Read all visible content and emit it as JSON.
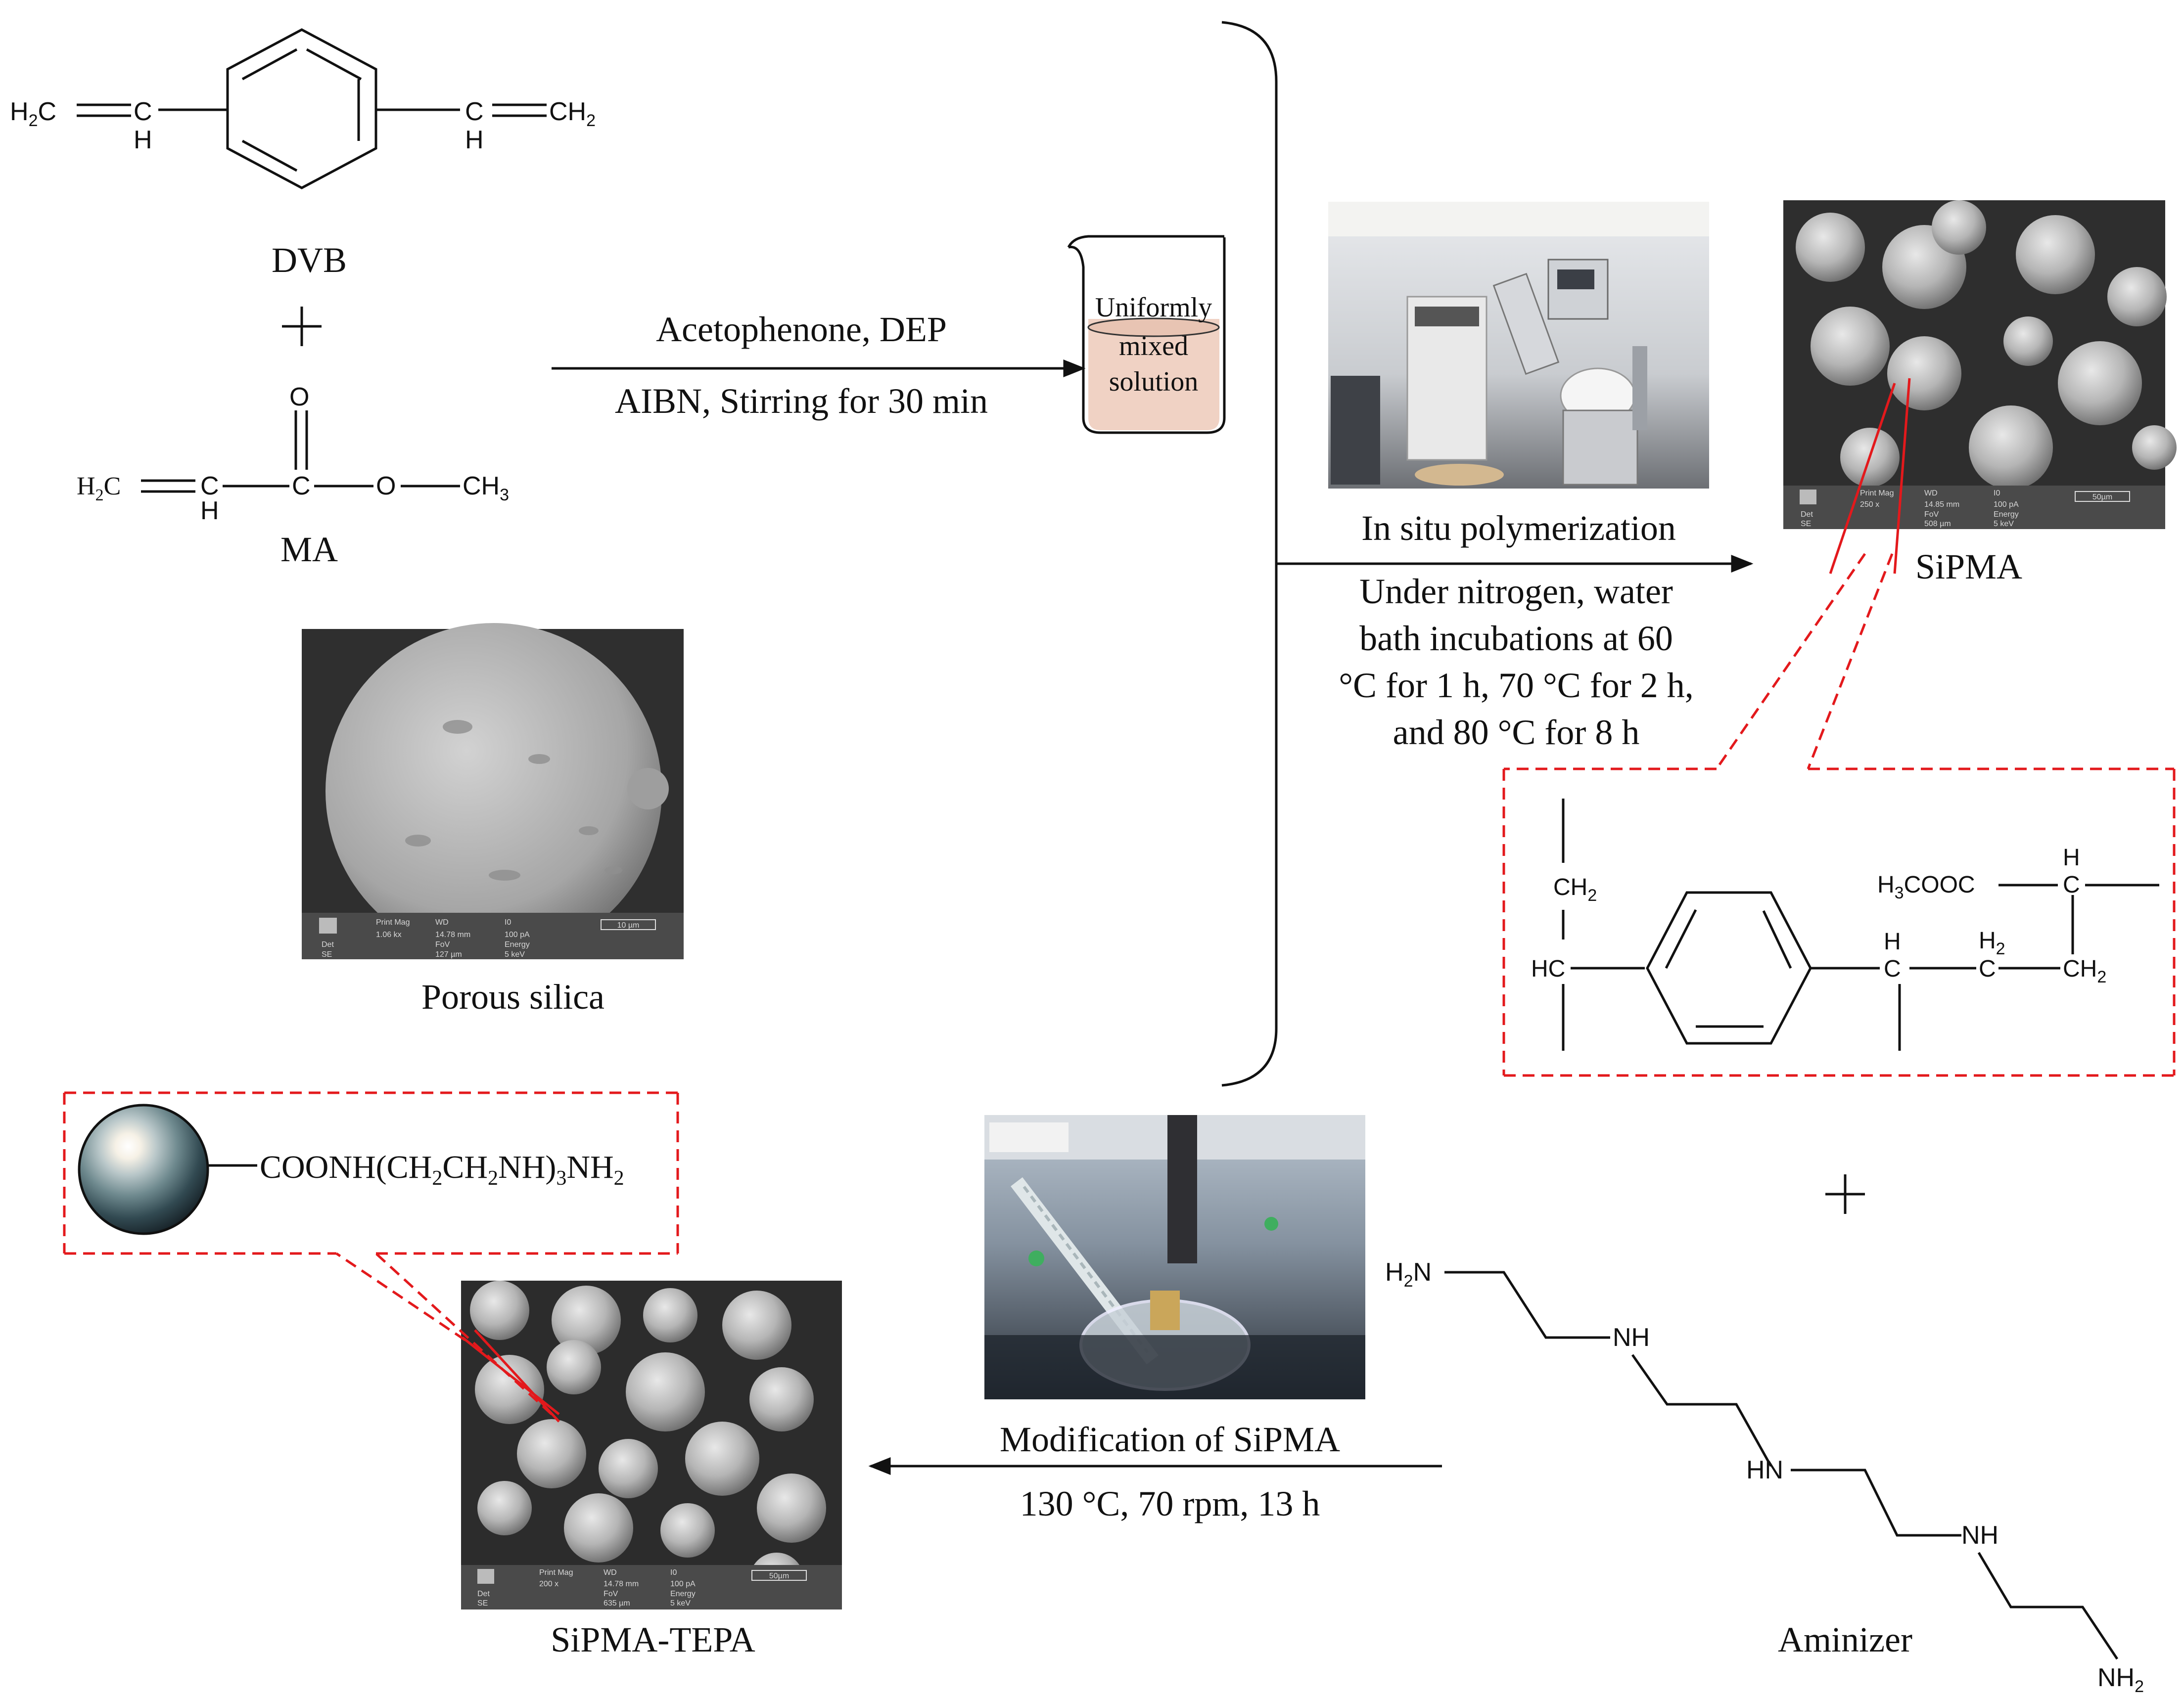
{
  "labels": {
    "dvb": "DVB",
    "ma": "MA",
    "porous_silica": "Porous silica",
    "sipma": "SiPMA",
    "sipma_tepa": "SiPMA-TEPA",
    "aminizer": "Aminizer",
    "beaker": [
      "Uniformly",
      "mixed",
      "solution"
    ]
  },
  "steps": {
    "mixing": {
      "top": "Acetophenone, DEP",
      "bottom": "AIBN, Stirring for 30 min"
    },
    "polymerization": {
      "title": "In situ polymerization",
      "lines": [
        "Under nitrogen, water",
        "bath incubations at 60",
        "°C for 1 h, 70 °C for 2 h,",
        "and 80 °C for 8 h"
      ]
    },
    "modification": {
      "top": "Modification of SiPMA",
      "bottom": "130 °C, 70 rpm, 13 h"
    }
  },
  "chem": {
    "dvb_left_h": "H",
    "dvb_left_c": "C",
    "dvb_left_h2c": "H",
    "dvb_left_h2c_sub": "2",
    "dvb_left_h2c_c": "C",
    "dvb_right_c": "C",
    "dvb_right_h": "H",
    "dvb_right_ch": "CH",
    "dvb_right_sub": "2",
    "ma_h2c": "H",
    "ma_sub": "2",
    "ma_c1": "C",
    "ma_h": "H",
    "ma_c2": "C",
    "ma_o": "O",
    "ma_o_top": "O",
    "ma_ch3": "CH",
    "ma_ch3_sub": "3",
    "poly_ch2": "CH",
    "poly_ch2_sub": "2",
    "poly_hc": "HC",
    "poly_h3cooc": "H",
    "poly_h3cooc_sub": "3",
    "poly_h3cooc_rest": "COOC",
    "poly_h_top": "H",
    "poly_c_top": "C",
    "poly_h_mid": "H",
    "poly_c_mid": "C",
    "poly_h2": "H",
    "poly_h2_sub": "2",
    "poly_c_h2": "C",
    "poly_ch2_end": "CH",
    "poly_ch2_end_sub": "2",
    "tepa_h2n": "H",
    "tepa_h2n_sub": "2",
    "tepa_h2n_n": "N",
    "tepa_nh1": "NH",
    "tepa_hn": "HN",
    "tepa_nh2": "NH",
    "tepa_end": "NH",
    "tepa_end_sub": "2",
    "tepa_formula": [
      "COONH(CH",
      "2",
      "CH",
      "2",
      "NH)",
      "3",
      "NH",
      "2"
    ]
  },
  "sem": {
    "porous": {
      "mag": "1.06 kx",
      "wd": "14.78 mm",
      "cur": "100 pA",
      "scale": "10 µm",
      "det": "SE",
      "fov": "127 µm",
      "energy": "5 keV"
    },
    "sipma": {
      "mag": "250 x",
      "wd": "14.85 mm",
      "cur": "100 pA",
      "scale": "50µm",
      "det": "SE",
      "fov": "508 µm",
      "energy": "5 keV"
    },
    "tepa": {
      "mag": "200 x",
      "wd": "14.78 mm",
      "cur": "100 pA",
      "scale": "50µm",
      "det": "SE",
      "fov": "635 µm",
      "energy": "5 keV"
    },
    "fields": {
      "mag": "Print Mag",
      "wd": "WD",
      "cur": "I0",
      "det": "Det",
      "fov": "FoV",
      "energy": "Energy"
    }
  },
  "colors": {
    "accent_dash": "#e3191c",
    "solution": "#f0d2c4",
    "sem_dark": "#3a3a3a"
  }
}
